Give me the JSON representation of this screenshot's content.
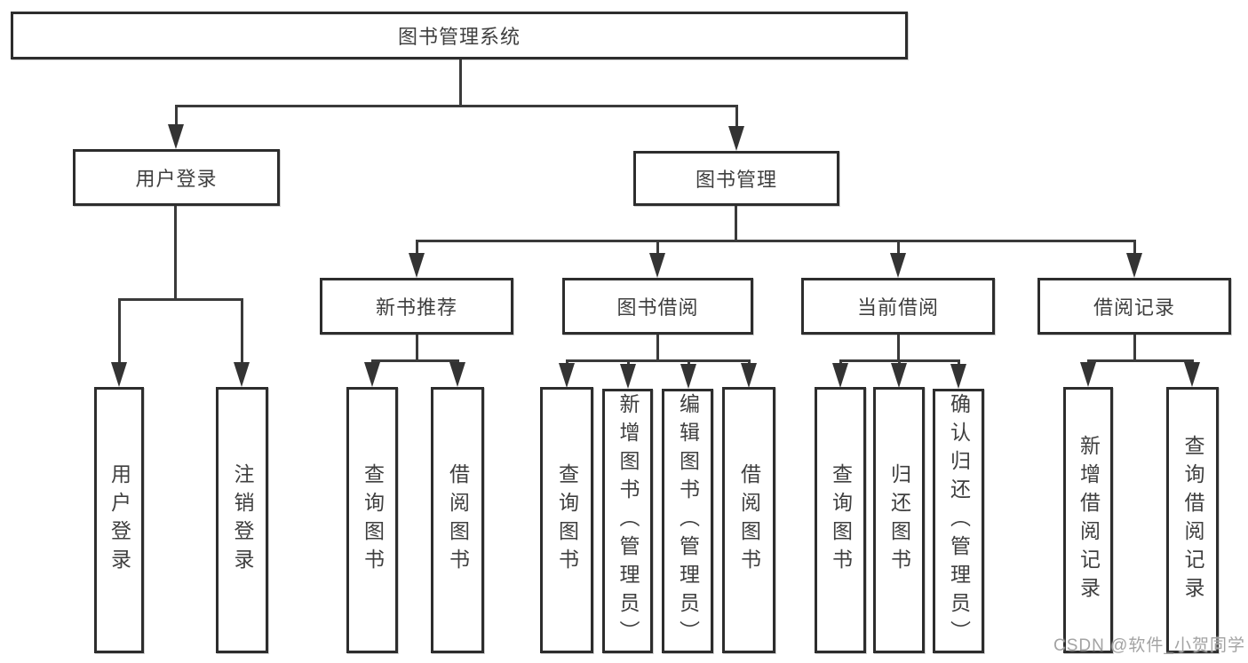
{
  "diagram": {
    "type": "hierarchy-tree",
    "tree": {
      "label": "图书管理系统",
      "children": [
        {
          "label": "用户登录",
          "children": [
            {
              "label": "用户登录"
            },
            {
              "label": "注销登录"
            }
          ]
        },
        {
          "label": "图书管理",
          "children": [
            {
              "label": "新书推荐",
              "children": [
                {
                  "label": "查询图书"
                },
                {
                  "label": "借阅图书"
                }
              ]
            },
            {
              "label": "图书借阅",
              "children": [
                {
                  "label": "查询图书"
                },
                {
                  "label": "新增图书（管理员）"
                },
                {
                  "label": "编辑图书（管理员）"
                },
                {
                  "label": "借阅图书"
                }
              ]
            },
            {
              "label": "当前借阅",
              "children": [
                {
                  "label": "查询图书"
                },
                {
                  "label": "归还图书"
                },
                {
                  "label": "确认归还（管理员）"
                }
              ]
            },
            {
              "label": "借阅记录",
              "children": [
                {
                  "label": "新增借阅记录"
                },
                {
                  "label": "查询借阅记录"
                }
              ]
            }
          ]
        }
      ]
    },
    "colors": {
      "line": "#3a3a3a",
      "box_border": "#2d2d2d",
      "box_fill": "#ffffff",
      "text": "#3f3f3f",
      "watermark": "#a3a3a3"
    }
  },
  "watermark": {
    "text": "CSDN @软件_小贺同学"
  }
}
